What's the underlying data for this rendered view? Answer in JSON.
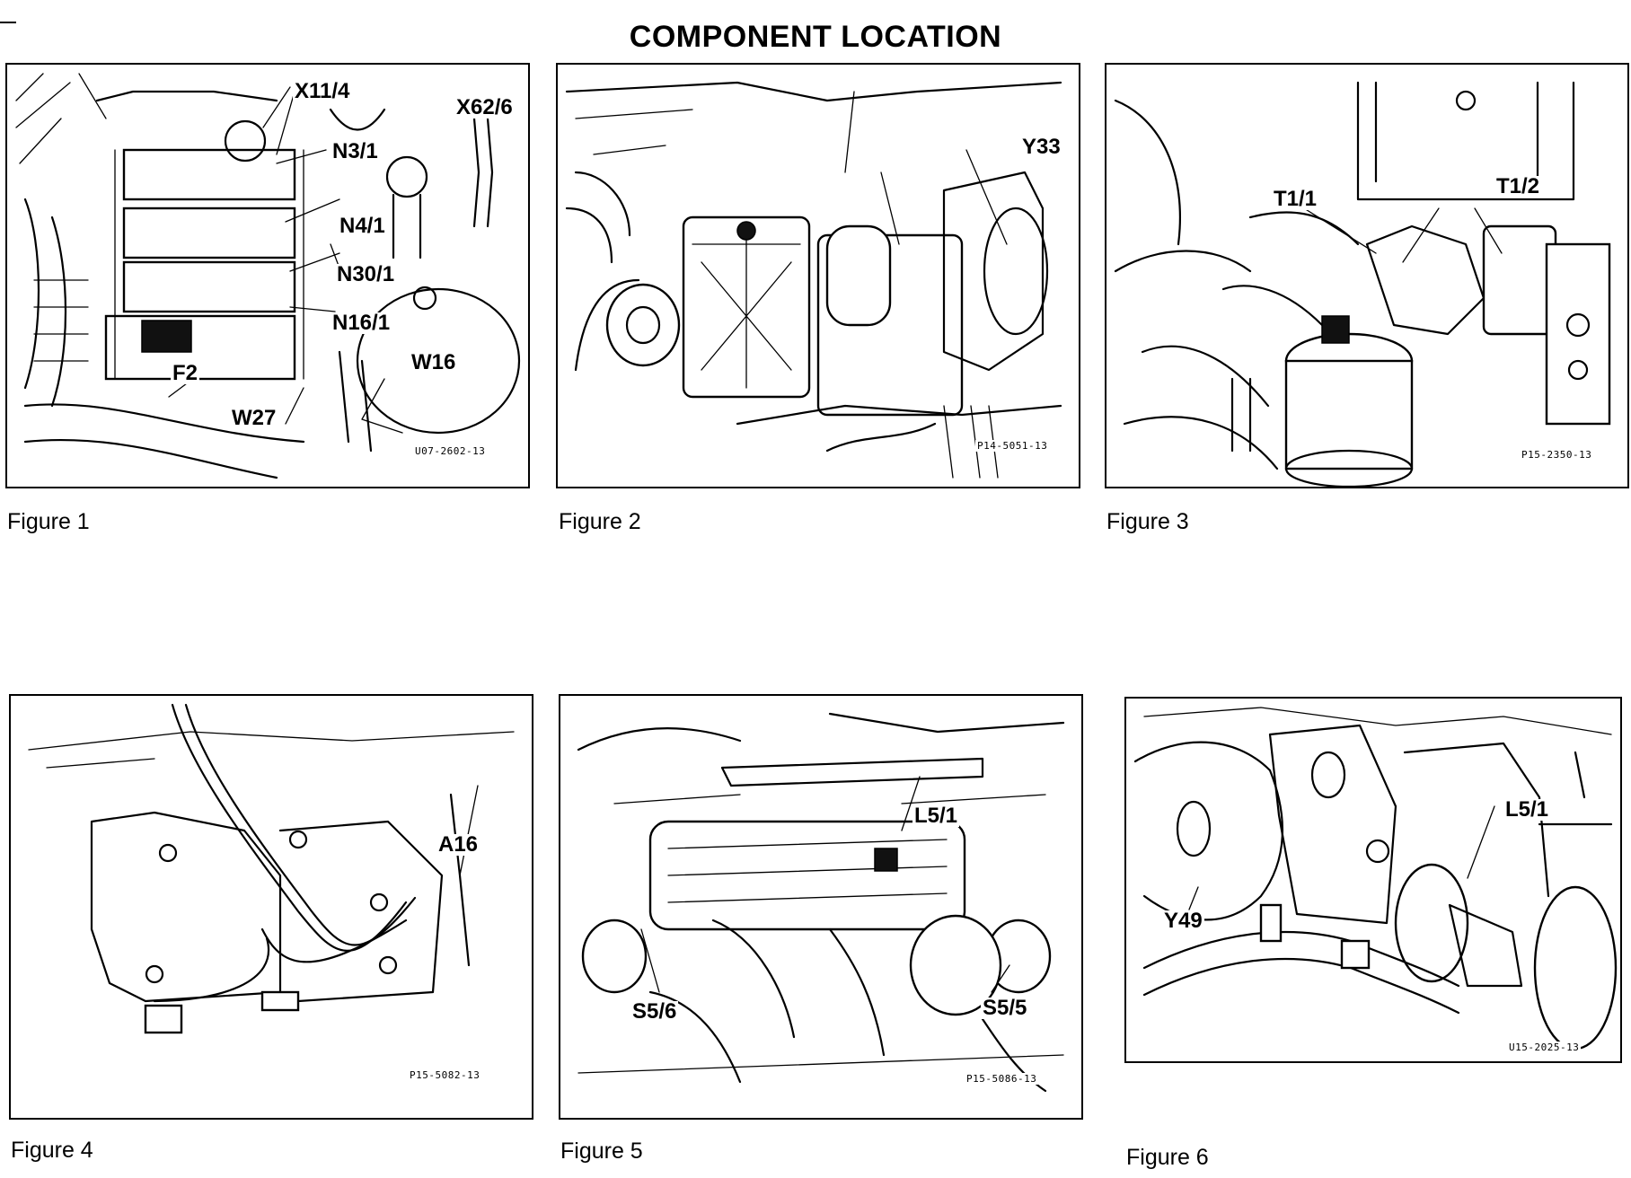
{
  "page": {
    "title": "COMPONENT LOCATION"
  },
  "figures": [
    {
      "caption": "Figure 1",
      "code": "U07-2602-13",
      "labels": [
        "X11/4",
        "X62/6",
        "N3/1",
        "N4/1",
        "N30/1",
        "N16/1",
        "W16",
        "F2",
        "W27"
      ]
    },
    {
      "caption": "Figure 2",
      "code": "P14-5051-13",
      "labels": [
        "Y33"
      ]
    },
    {
      "caption": "Figure 3",
      "code": "P15-2350-13",
      "labels": [
        "T1/1",
        "T1/2"
      ]
    },
    {
      "caption": "Figure 4",
      "code": "P15-5082-13",
      "labels": [
        "A16"
      ]
    },
    {
      "caption": "Figure 5",
      "code": "P15-5086-13",
      "labels": [
        "L5/1",
        "S5/6",
        "S5/5"
      ]
    },
    {
      "caption": "Figure 6",
      "code": "U15-2025-13",
      "labels": [
        "L5/1",
        "Y49"
      ]
    }
  ]
}
